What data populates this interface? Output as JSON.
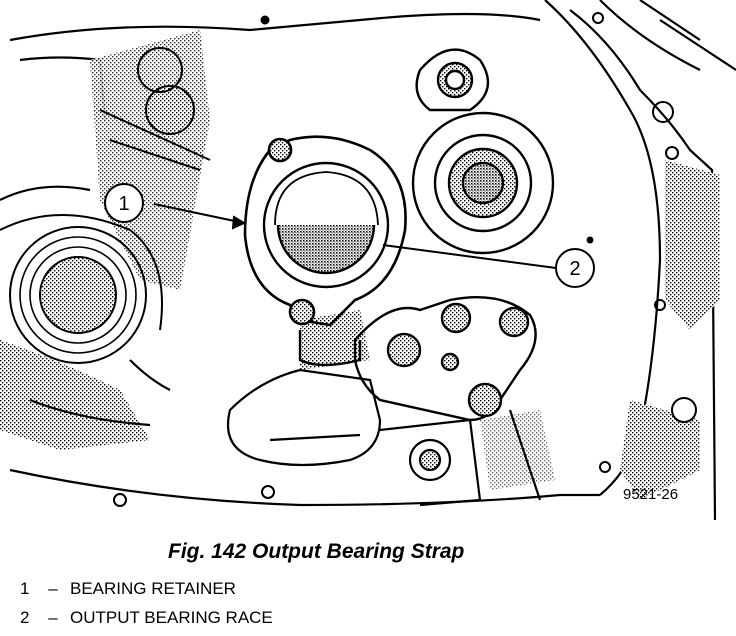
{
  "figure": {
    "code": "9521-26",
    "callouts": [
      {
        "id": "1"
      },
      {
        "id": "2"
      }
    ]
  },
  "caption": "Fig. 142 Output Bearing Strap",
  "legend": [
    {
      "num": "1",
      "dash": "–",
      "label": "BEARING RETAINER"
    },
    {
      "num": "2",
      "dash": "–",
      "label": "OUTPUT BEARING RACE"
    }
  ]
}
